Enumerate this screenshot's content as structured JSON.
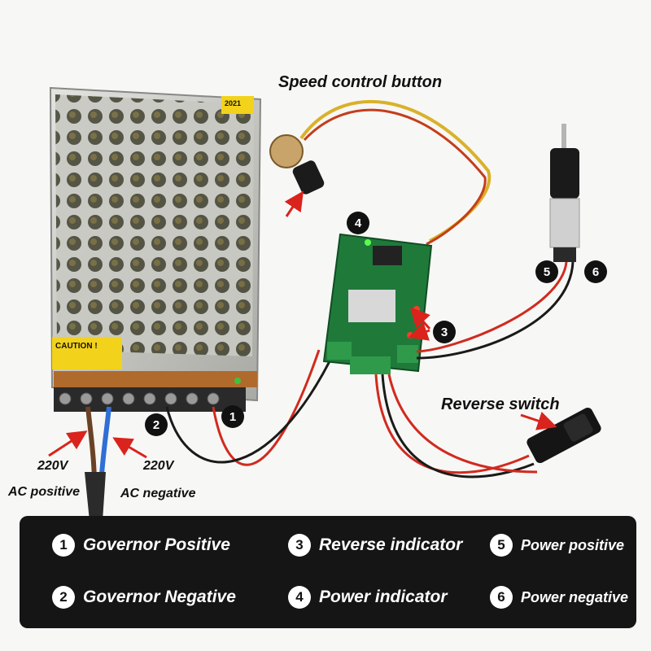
{
  "labels": {
    "speed_control": "Speed control button",
    "reverse_switch": "Reverse switch",
    "ac_positive_voltage": "220V",
    "ac_positive": "AC positive",
    "ac_negative_voltage": "220V",
    "ac_negative": "AC negative",
    "psu_sticker": "2021",
    "caution": "CAUTION !"
  },
  "markers": [
    "1",
    "2",
    "3",
    "4",
    "5",
    "6"
  ],
  "legend": [
    {
      "num": "1",
      "text": "Governor Positive"
    },
    {
      "num": "2",
      "text": "Governor Negative"
    },
    {
      "num": "3",
      "text": "Reverse indicator"
    },
    {
      "num": "4",
      "text": "Power indicator"
    },
    {
      "num": "5",
      "text": "Power positive"
    },
    {
      "num": "6",
      "text": "Power negative"
    }
  ],
  "colors": {
    "legend_bg": "#151515",
    "arrow": "#d9231c",
    "pcb": "#1f7a3a",
    "wire_red": "#d12a1f",
    "wire_black": "#1a1a1a"
  }
}
